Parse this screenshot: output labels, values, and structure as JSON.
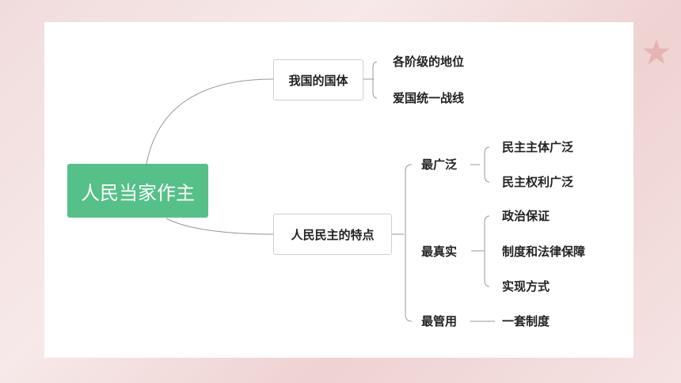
{
  "root": "人民当家作主",
  "branches": [
    {
      "label": "我国的国体",
      "children": [
        "各阶级的地位",
        "爱国统一战线"
      ]
    },
    {
      "label": "人民民主的特点",
      "children": [
        {
          "label": "最广泛",
          "children": [
            "民主主体广泛",
            "民主权利广泛"
          ]
        },
        {
          "label": "最真实",
          "children": [
            "政治保证",
            "制度和法律保障",
            "实现方式"
          ]
        },
        {
          "label": "最管用",
          "children": [
            "一套制度"
          ]
        }
      ]
    }
  ]
}
